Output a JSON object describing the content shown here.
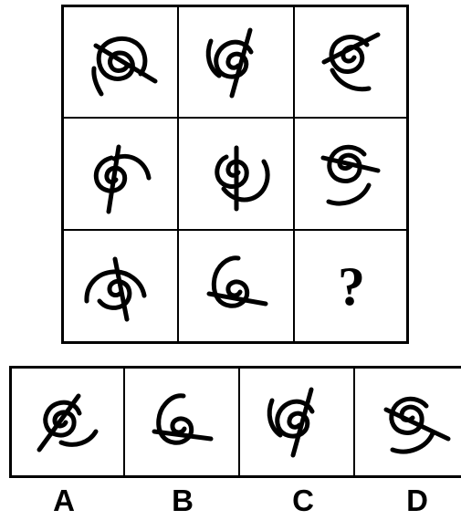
{
  "puzzle": {
    "rows": 3,
    "cols": 3,
    "question_mark": "?"
  },
  "options": {
    "labels": [
      "A",
      "B",
      "C",
      "D"
    ]
  }
}
